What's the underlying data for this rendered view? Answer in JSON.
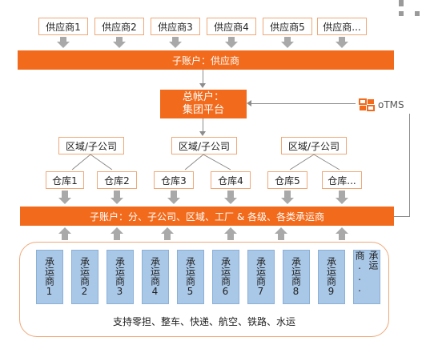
{
  "suppliers": [
    "供应商1",
    "供应商2",
    "供应商3",
    "供应商4",
    "供应商5",
    "供应商..."
  ],
  "sub_account_supplier": "子账户：供应商",
  "master_account": {
    "line1": "总帐户：",
    "line2": "集团平台"
  },
  "regions": [
    "区域/子公司",
    "区域/子公司",
    "区域/子公司"
  ],
  "warehouses": [
    "仓库1",
    "仓库2",
    "仓库3",
    "仓库4",
    "仓库5",
    "仓库..."
  ],
  "sub_account_branch": "子账户：分、子公司、区域、工厂 & 各级、各类承运商",
  "carriers": [
    "承运商1",
    "承运商2",
    "承运商3",
    "承运商4",
    "承运商5",
    "承运商6",
    "承运商7",
    "承运商8",
    "承运商9",
    "承运商..."
  ],
  "transport_modes": "支持零担、整车、快递、航空、铁路、水运",
  "brand": {
    "name": "oTMS",
    "color": "#f26a1b"
  },
  "colors": {
    "accent": "#f26a1b",
    "carrier_fill": "#a9c7e6",
    "arrow": "#a9a9a9"
  }
}
